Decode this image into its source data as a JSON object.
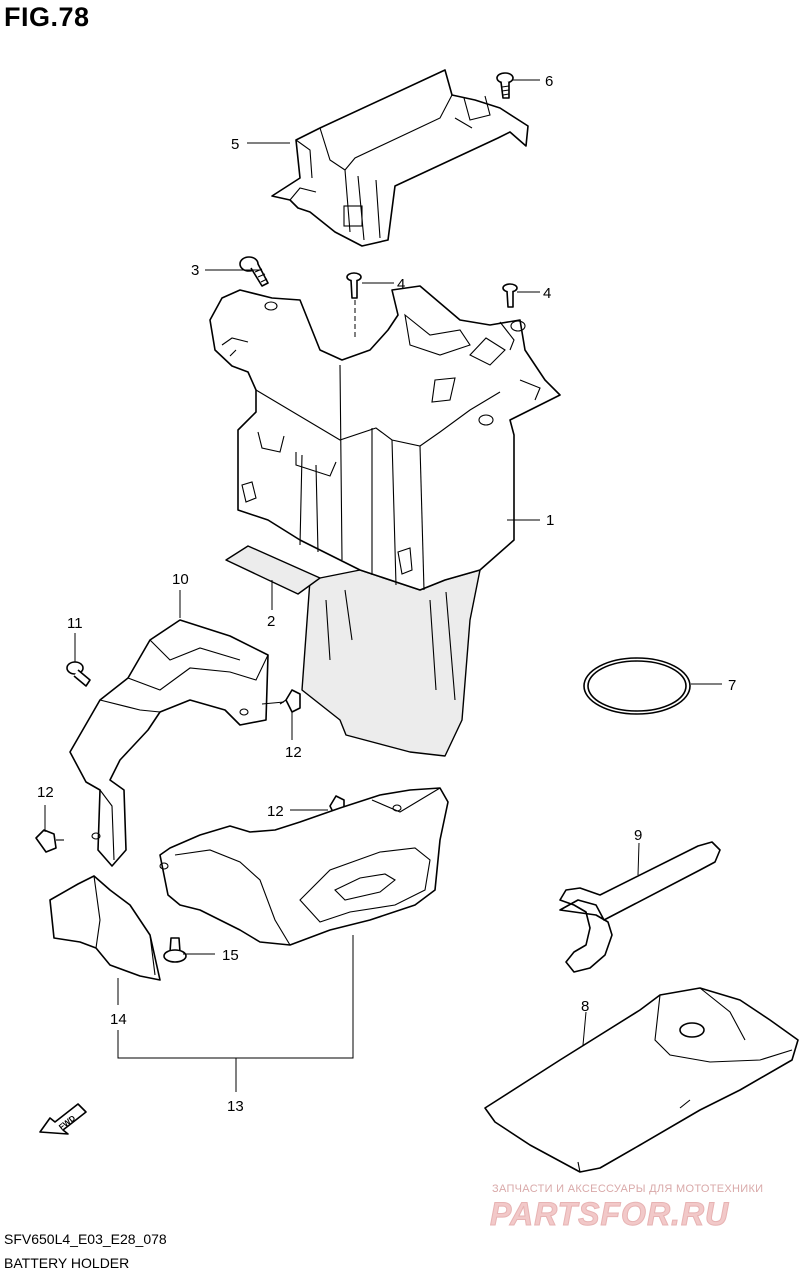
{
  "figure": {
    "title": "FIG.78",
    "code": "SFV650L4_E03_E28_078",
    "name": "BATTERY HOLDER"
  },
  "callouts": [
    {
      "id": "c1",
      "label": "1"
    },
    {
      "id": "c2",
      "label": "2"
    },
    {
      "id": "c3",
      "label": "3"
    },
    {
      "id": "c4a",
      "label": "4"
    },
    {
      "id": "c4b",
      "label": "4"
    },
    {
      "id": "c5",
      "label": "5"
    },
    {
      "id": "c6",
      "label": "6"
    },
    {
      "id": "c7",
      "label": "7"
    },
    {
      "id": "c8",
      "label": "8"
    },
    {
      "id": "c9",
      "label": "9"
    },
    {
      "id": "c10",
      "label": "10"
    },
    {
      "id": "c11",
      "label": "11"
    },
    {
      "id": "c12a",
      "label": "12"
    },
    {
      "id": "c12b",
      "label": "12"
    },
    {
      "id": "c12c",
      "label": "12"
    },
    {
      "id": "c13",
      "label": "13"
    },
    {
      "id": "c14",
      "label": "14"
    },
    {
      "id": "c15",
      "label": "15"
    }
  ],
  "direction": {
    "label": "FWD"
  },
  "watermark": {
    "tagline": "ЗАПЧАСТИ И АКСЕССУАРЫ ДЛЯ МОТОТЕХНИКИ",
    "logo": "PARTSFOR.RU"
  }
}
